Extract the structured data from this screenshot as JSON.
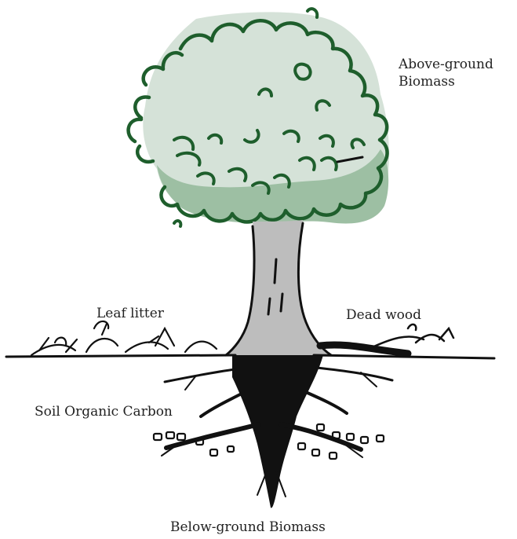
{
  "labels": {
    "above_ground_line1": "Above-ground",
    "above_ground_line2": "Biomass",
    "leaf_litter": "Leaf litter",
    "dead_wood": "Dead wood",
    "soil_organic_carbon": "Soil Organic Carbon",
    "below_ground": "Below-ground Biomass"
  },
  "colors": {
    "canopy_light": "#d5e2d8",
    "canopy_shade": "#9dbfa3",
    "canopy_outline": "#1e5e2c",
    "trunk": "#bdbdbd",
    "ink": "#111111"
  }
}
